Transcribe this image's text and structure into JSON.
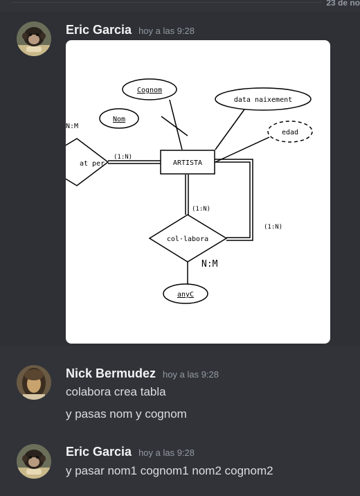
{
  "date_divider": "23 de no",
  "messages": [
    {
      "author": "Eric Garcia",
      "time": "hoy a las 9:28",
      "avatar": "monkey-avatar",
      "attachment": {
        "type": "image",
        "diagram": {
          "left_diamond_label": "at per",
          "left_cardinality_top": "N:M",
          "left_link_label": "(1:N)",
          "entity": "ARTISTA",
          "attr_cognom": "Cognom",
          "attr_nom": "Nom",
          "attr_data_naixement": "data naixement",
          "attr_edad": "edad",
          "down_link_label": "(1:N)",
          "right_link_label": "(1:N)",
          "relationship": "col·labora",
          "relationship_cardinality": "N:M",
          "attr_anyC": "anyC"
        }
      }
    },
    {
      "author": "Nick Bermudez",
      "time": "hoy a las 9:28",
      "avatar": "user-avatar",
      "lines": [
        "colabora crea tabla",
        "y pasas nom y cognom"
      ]
    },
    {
      "author": "Eric Garcia",
      "time": "hoy a las 9:28",
      "avatar": "monkey-avatar",
      "lines": [
        "y pasar nom1 cognom1 nom2 cognom2"
      ]
    }
  ],
  "colors": {
    "background": "#313338",
    "username": "#f2f3f5",
    "timestamp": "#949ba4",
    "text": "#dbdee1"
  }
}
